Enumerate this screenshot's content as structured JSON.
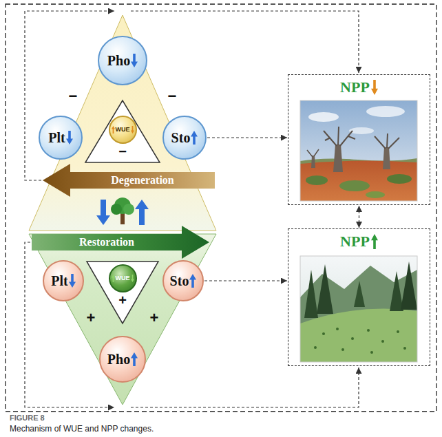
{
  "diagram": {
    "caption": "Mechanism of WUE and NPP changes.",
    "nodes": [
      {
        "text": [
          "Pho"
        ]
      },
      {
        "text": [
          "WUE"
        ]
      },
      {
        "text": [
          "Plt"
        ]
      },
      {
        "text": [
          "Sto"
        ]
      },
      {
        "text": [
          "Degeneration"
        ]
      },
      {
        "text": [
          "Restoration"
        ]
      },
      {
        "text": [
          "Plt"
        ]
      },
      {
        "text": [
          "WUE"
        ]
      },
      {
        "text": [
          "Sto"
        ]
      },
      {
        "text": [
          "Pho"
        ]
      },
      {
        "text": [
          "NPP"
        ]
      },
      {
        "text": [
          "NPP"
        ]
      }
    ],
    "edges": [
      {
        "from": 3,
        "to": 10,
        "arrow": "to"
      },
      {
        "from": 8,
        "to": 11,
        "arrow": "to"
      },
      {
        "from": 10,
        "to": 11,
        "arrow": "both"
      }
    ],
    "labels": [
      "FIGURE 8",
      "−",
      "−",
      "−",
      "+",
      "+",
      "+"
    ]
  }
}
